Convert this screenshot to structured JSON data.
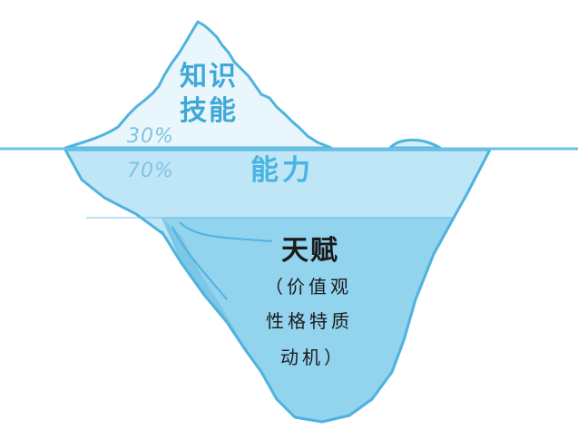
{
  "tip": {
    "line1": "知识",
    "line2": "技能"
  },
  "percent_above": "30%",
  "percent_below": "70%",
  "middle_label": "能力",
  "deep": {
    "title": "天赋",
    "line1": "（价值观",
    "line2": "性格特质",
    "line3": "动机）"
  },
  "colors": {
    "tip_fill": "#e9f6fb",
    "water_band": "#bfe6f6",
    "submerged": "#9fd8f0",
    "deep": "#86cdea",
    "outline": "#4fb3df",
    "waterline": "#6cc1e6"
  }
}
